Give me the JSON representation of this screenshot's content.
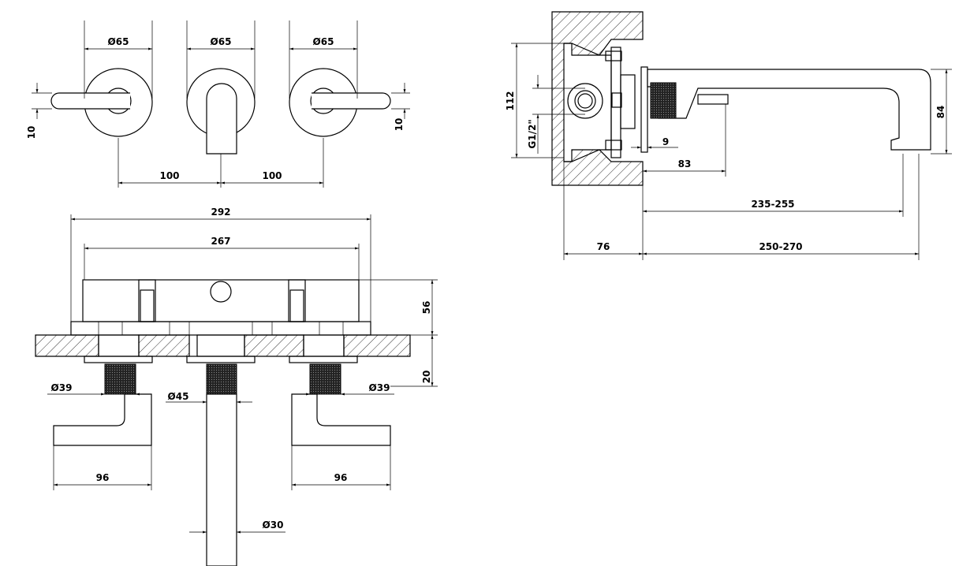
{
  "drawing": {
    "top_view": {
      "dia_left": "Ø65",
      "dia_mid": "Ø65",
      "dia_right": "Ø65",
      "offset_left": "10",
      "offset_right": "10",
      "spacing_left": "100",
      "spacing_right": "100"
    },
    "front_view": {
      "overall_width": "292",
      "body_width": "267",
      "body_depth": "56",
      "wall_thickness": "20",
      "handle_dia_left": "Ø39",
      "spout_rosette_dia": "Ø45",
      "handle_dia_right": "Ø39",
      "lever_length_left": "96",
      "lever_length_right": "96",
      "spout_dia": "Ø30"
    },
    "side_view": {
      "body_height": "112",
      "connection": "G1/2\"",
      "gap": "9",
      "handle_projection": "83",
      "spout_height": "84",
      "spout_reach": "235-255",
      "wall_depth": "76",
      "overall_reach": "250-270"
    }
  }
}
